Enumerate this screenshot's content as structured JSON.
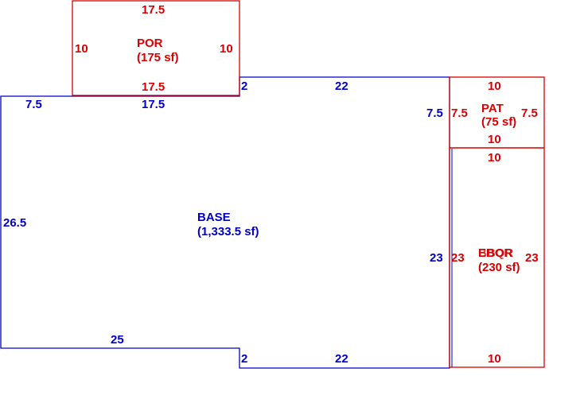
{
  "colors": {
    "base": "#0000c8",
    "addition": "#d80000"
  },
  "areas": {
    "base": {
      "name": "BASE",
      "size": "(1,333.5 sf)"
    },
    "por": {
      "name": "POR",
      "size": "(175 sf)"
    },
    "pat": {
      "name": "PAT",
      "size": "(75 sf)"
    },
    "ebor": {
      "name_overlap_a": "EBOR",
      "name_overlap_b": "BBQR",
      "size": "(230 sf)"
    }
  },
  "dimensions": {
    "base": {
      "left": "26.5",
      "top_left": "7.5",
      "top_mid": "17.5",
      "notch_top": "2",
      "top_right": "22",
      "right_upper": "7.5",
      "right_lower": "23",
      "bottom_left": "25",
      "notch_bottom": "2",
      "bottom_right": "22"
    },
    "por": {
      "top": "17.5",
      "left": "10",
      "right": "10",
      "bottom": "17.5"
    },
    "pat": {
      "top": "10",
      "left": "7.5",
      "right": "7.5",
      "bottom": "10"
    },
    "ebor": {
      "top": "10",
      "left": "23",
      "right": "23",
      "bottom": "10"
    }
  }
}
